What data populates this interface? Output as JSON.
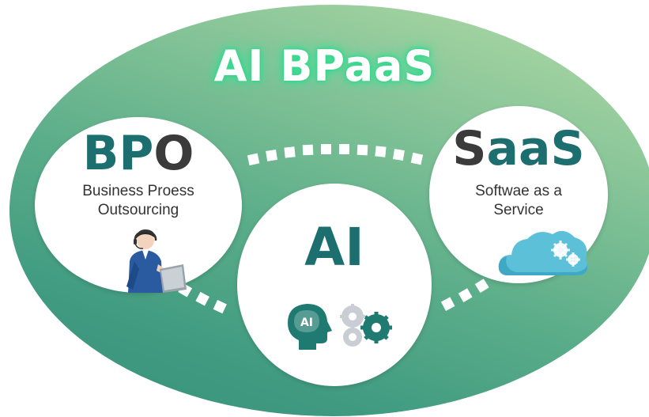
{
  "title": "AI BPaaS",
  "bpo": {
    "title_parts": [
      "BP",
      "O"
    ],
    "subtitle_line1": "Business Proess",
    "subtitle_line2": "Outsourcing"
  },
  "saas": {
    "title_parts": [
      "S",
      "aaS"
    ],
    "subtitle_line1": "Softwae as a",
    "subtitle_line2": "Service"
  },
  "ai": {
    "title": "AI",
    "brain_label": "AI"
  },
  "icons": {
    "bpo": "operator-at-laptop-icon",
    "saas": "cloud-gears-icon",
    "ai_head": "ai-brain-head-icon",
    "ai_gears": "gears-icon"
  },
  "colors": {
    "bpo_letters": "#1d6f6f",
    "bpo_o": "#3b3b3b",
    "saas_s": "#3b3b3b",
    "saas_rest": "#1d6f6f",
    "title_glow": "#35d98e",
    "oval_light": "#b6dba7",
    "oval_dark": "#38917c",
    "connector": "#ffffff"
  }
}
